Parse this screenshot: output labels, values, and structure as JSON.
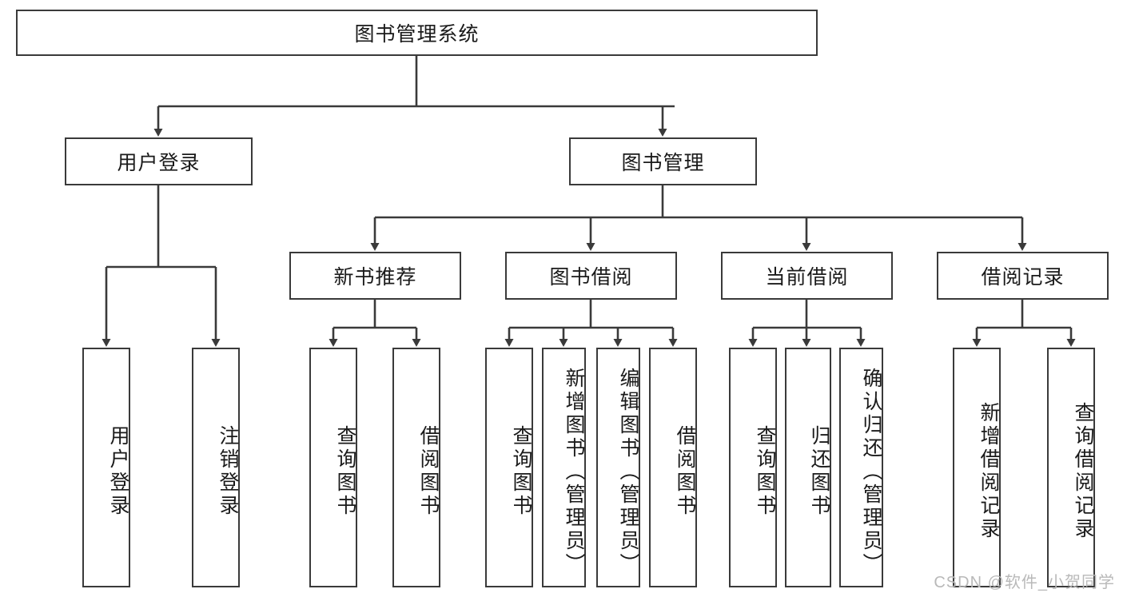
{
  "diagram": {
    "title": "图书管理系统",
    "type": "hierarchy-tree",
    "root": {
      "label": "图书管理系统"
    },
    "level2": [
      {
        "id": "user-login",
        "label": "用户登录"
      },
      {
        "id": "book-management",
        "label": "图书管理"
      }
    ],
    "level3": [
      {
        "id": "new-book-recommend",
        "label": "新书推荐",
        "parent": "book-management"
      },
      {
        "id": "book-borrow",
        "label": "图书借阅",
        "parent": "book-management"
      },
      {
        "id": "current-borrow",
        "label": "当前借阅",
        "parent": "book-management"
      },
      {
        "id": "borrow-record",
        "label": "借阅记录",
        "parent": "book-management"
      }
    ],
    "leaves": [
      {
        "id": "leaf-user-login",
        "label": "用户登录",
        "parent": "user-login"
      },
      {
        "id": "leaf-user-logout",
        "label": "注销登录",
        "parent": "user-login"
      },
      {
        "id": "leaf-query-book-1",
        "label": "查询图书",
        "parent": "new-book-recommend"
      },
      {
        "id": "leaf-borrow-book-1",
        "label": "借阅图书",
        "parent": "new-book-recommend"
      },
      {
        "id": "leaf-query-book-2",
        "label": "查询图书",
        "parent": "book-borrow"
      },
      {
        "id": "leaf-add-book",
        "label": "新增图书（管理员）",
        "parent": "book-borrow"
      },
      {
        "id": "leaf-edit-book",
        "label": "编辑图书（管理员）",
        "parent": "book-borrow"
      },
      {
        "id": "leaf-borrow-book-2",
        "label": "借阅图书",
        "parent": "book-borrow"
      },
      {
        "id": "leaf-query-book-3",
        "label": "查询图书",
        "parent": "current-borrow"
      },
      {
        "id": "leaf-return-book",
        "label": "归还图书",
        "parent": "current-borrow"
      },
      {
        "id": "leaf-confirm-return",
        "label": "确认归还（管理员）",
        "parent": "current-borrow"
      },
      {
        "id": "leaf-add-record",
        "label": "新增借阅记录",
        "parent": "borrow-record"
      },
      {
        "id": "leaf-query-record",
        "label": "查询借阅记录",
        "parent": "borrow-record"
      }
    ],
    "colors": {
      "stroke": "#3a3a3a",
      "fill": "#ffffff",
      "text": "#1a1a1a",
      "watermark": "#b9b9b9"
    }
  },
  "watermark": {
    "text": "CSDN @软件_小贺同学"
  }
}
